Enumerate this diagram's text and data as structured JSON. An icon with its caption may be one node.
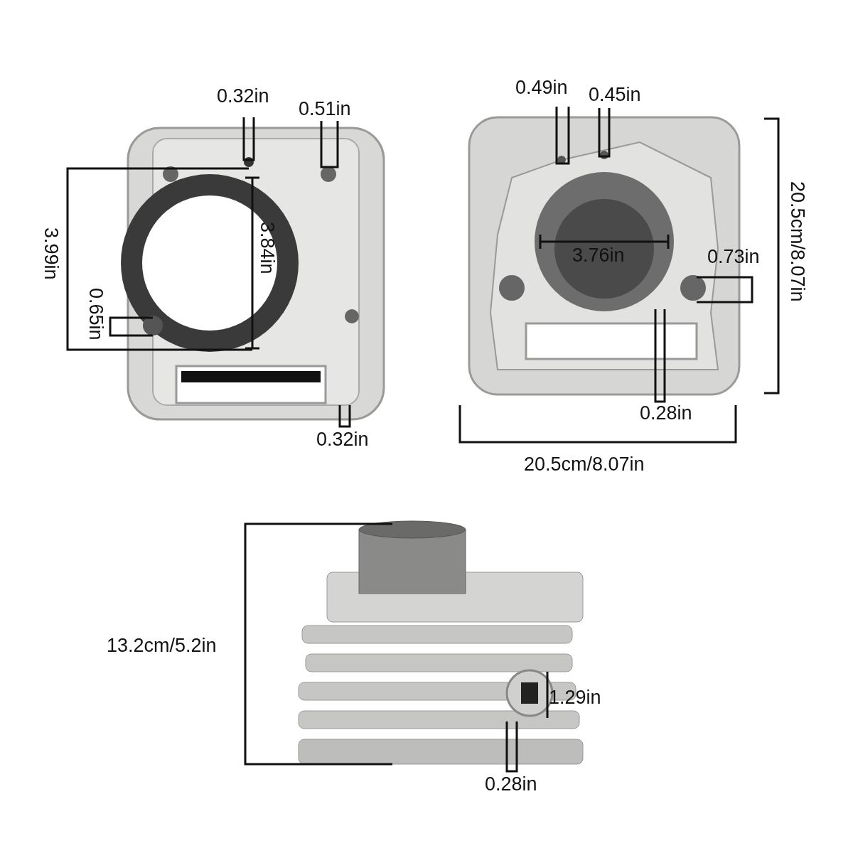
{
  "diagram": {
    "labels": [
      "0.32in",
      "0.51in",
      "3.99in",
      "3.84in",
      "0.65in",
      "0.32in",
      "0.49in",
      "0.45in",
      "20.5cm/8.07in",
      "3.76in",
      "0.73in",
      "0.28in",
      "20.5cm/8.07in",
      "13.2cm/5.2in",
      "1.29in",
      "0.28in"
    ]
  }
}
